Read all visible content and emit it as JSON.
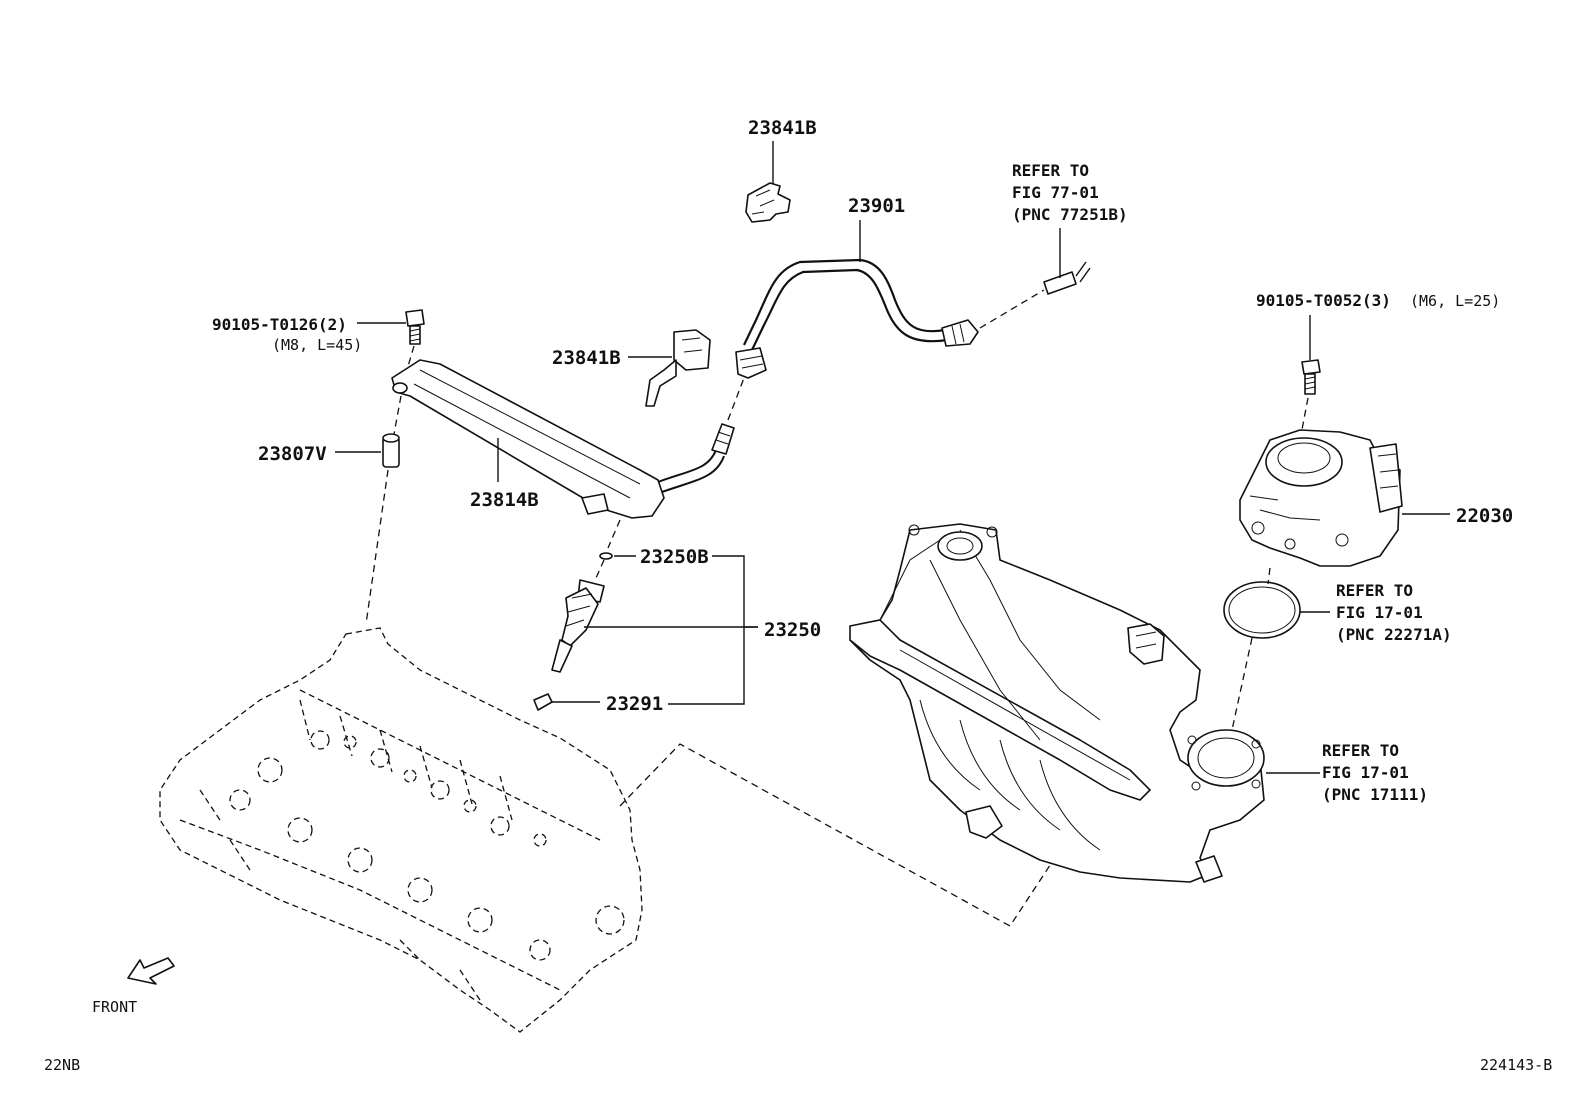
{
  "labels": {
    "p23841B_top": "23841B",
    "p23901": "23901",
    "refer_fuel_1": "REFER TO",
    "refer_fuel_2": "FIG 77-01",
    "refer_fuel_3": "(PNC 77251B)",
    "bolt_left": "90105-T0126(2)",
    "bolt_left_spec": "(M8, L=45)",
    "p23841B_mid": "23841B",
    "p23807V": "23807V",
    "p23814B": "23814B",
    "p23250B": "23250B",
    "p23250": "23250",
    "p23291": "23291",
    "bolt_right": "90105-T0052(3)",
    "bolt_right_spec": "(M6, L=25)",
    "p22030": "22030",
    "refer_gasket_1": "REFER TO",
    "refer_gasket_2": "FIG 17-01",
    "refer_gasket_3": "(PNC 22271A)",
    "refer_manifold_1": "REFER TO",
    "refer_manifold_2": "FIG 17-01",
    "refer_manifold_3": "(PNC 17111)",
    "front": "FRONT",
    "code_left": "22NB",
    "code_right": "224143-B"
  },
  "icons": {
    "front_arrow": "front-direction-arrow"
  }
}
